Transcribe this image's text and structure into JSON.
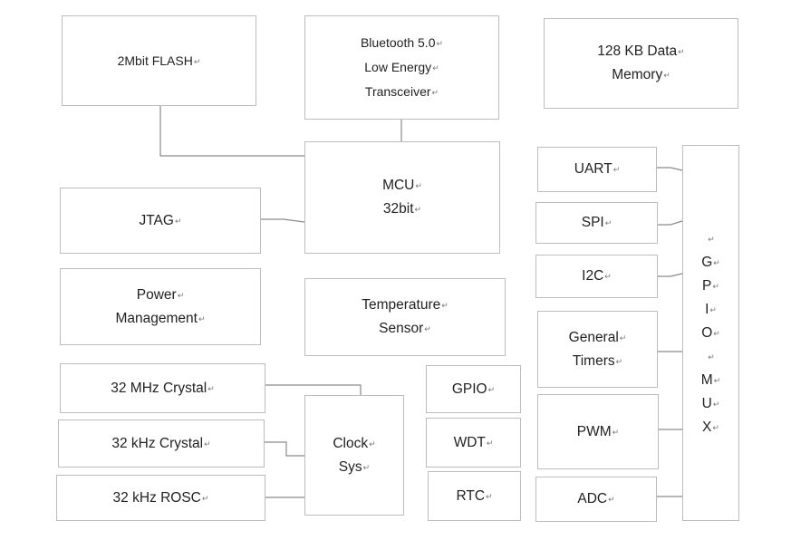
{
  "diagram": {
    "para_mark": "↵",
    "blocks": {
      "flash": {
        "lines": [
          "2Mbit FLASH"
        ]
      },
      "bluetooth": {
        "lines": [
          "Bluetooth 5.0",
          "Low Energy",
          "Transceiver"
        ]
      },
      "data_memory": {
        "lines": [
          "128 KB Data",
          "Memory"
        ]
      },
      "mcu": {
        "lines": [
          "MCU",
          "32bit"
        ]
      },
      "jtag": {
        "lines": [
          "JTAG"
        ]
      },
      "power": {
        "lines": [
          "Power",
          "Management"
        ]
      },
      "temperature": {
        "lines": [
          "Temperature",
          "Sensor"
        ]
      },
      "crystal_32mhz": {
        "lines": [
          "32 MHz Crystal"
        ]
      },
      "crystal_32khz": {
        "lines": [
          "32 kHz Crystal"
        ]
      },
      "rosc_32khz": {
        "lines": [
          "32 kHz ROSC"
        ]
      },
      "clock_sys": {
        "lines": [
          "Clock",
          "Sys"
        ]
      },
      "gpio": {
        "lines": [
          "GPIO"
        ]
      },
      "wdt": {
        "lines": [
          "WDT"
        ]
      },
      "rtc": {
        "lines": [
          "RTC"
        ]
      },
      "uart": {
        "lines": [
          "UART"
        ]
      },
      "spi": {
        "lines": [
          "SPI"
        ]
      },
      "i2c": {
        "lines": [
          "I2C"
        ]
      },
      "general_timers": {
        "lines": [
          "General",
          "Timers"
        ]
      },
      "pwm": {
        "lines": [
          "PWM"
        ]
      },
      "adc": {
        "lines": [
          "ADC"
        ]
      },
      "gpio_mux": {
        "lines": [
          "",
          "G",
          "P",
          "I",
          "O",
          "",
          "M",
          "U",
          "X"
        ]
      }
    },
    "connections": [
      {
        "from": "flash",
        "to": "mcu"
      },
      {
        "from": "bluetooth",
        "to": "mcu"
      },
      {
        "from": "jtag",
        "to": "mcu"
      },
      {
        "from": "crystal_32mhz",
        "to": "clock_sys"
      },
      {
        "from": "crystal_32khz",
        "to": "clock_sys"
      },
      {
        "from": "rosc_32khz",
        "to": "clock_sys"
      },
      {
        "from": "uart",
        "to": "gpio_mux"
      },
      {
        "from": "spi",
        "to": "gpio_mux"
      },
      {
        "from": "i2c",
        "to": "gpio_mux"
      },
      {
        "from": "general_timers",
        "to": "gpio_mux"
      },
      {
        "from": "pwm",
        "to": "gpio_mux"
      },
      {
        "from": "adc",
        "to": "gpio_mux"
      }
    ],
    "colors": {
      "border": "#bdbdbd",
      "wire": "#8a8a8a",
      "text": "#222222",
      "mark": "#777777"
    }
  }
}
